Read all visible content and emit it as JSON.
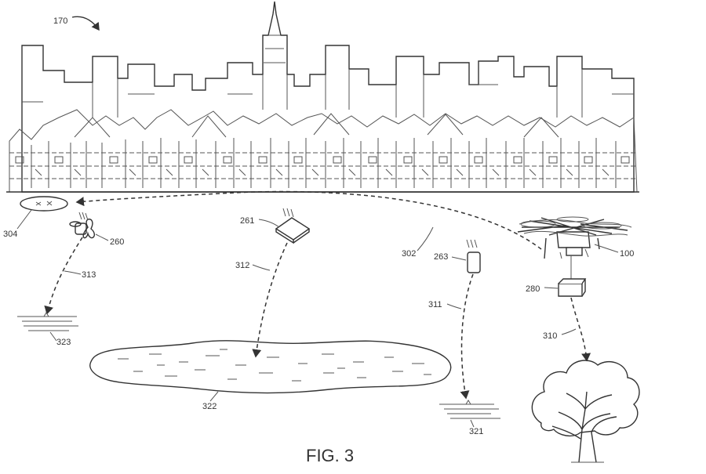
{
  "figure": {
    "caption": "FIG. 3",
    "refs": {
      "skyline": "170",
      "uav": "100",
      "path_main": "302",
      "landing_pad": "304",
      "item_260": "260",
      "item_261": "261",
      "item_263": "263",
      "package": "280",
      "path_310": "310",
      "path_311": "311",
      "path_312": "312",
      "path_313": "313",
      "ground_321": "321",
      "lake": "322",
      "ground_323": "323"
    }
  }
}
